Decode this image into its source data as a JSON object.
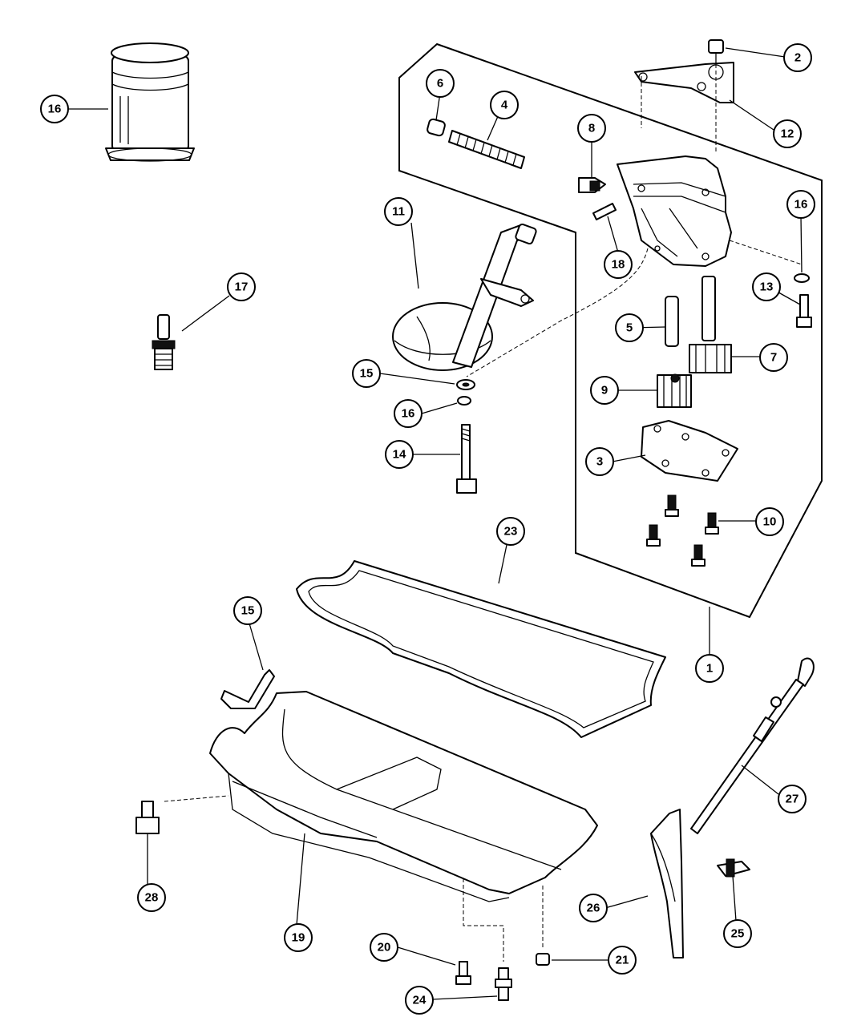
{
  "callouts": {
    "c1": "1",
    "c2": "2",
    "c3": "3",
    "c4": "4",
    "c5": "5",
    "c6": "6",
    "c7": "7",
    "c8": "8",
    "c9": "9",
    "c10": "10",
    "c11": "11",
    "c12": "12",
    "c13": "13",
    "c14": "14",
    "c15a": "15",
    "c15b": "15",
    "c16a": "16",
    "c16b": "16",
    "c16c": "16",
    "c17": "17",
    "c18": "18",
    "c19": "19",
    "c20": "20",
    "c21": "21",
    "c23": "23",
    "c24": "24",
    "c25": "25",
    "c26": "26",
    "c27": "27",
    "c28": "28"
  },
  "icons": {
    "oil_filter": "oil-filter-icon",
    "oil_pump": "oil-pump-icon",
    "pickup_tube": "oil-pickup-tube-icon",
    "oil_pan": "oil-pan-icon",
    "gasket": "oil-pan-gasket-icon",
    "dipstick": "dipstick-icon",
    "dipstick_tube": "dipstick-tube-icon"
  }
}
